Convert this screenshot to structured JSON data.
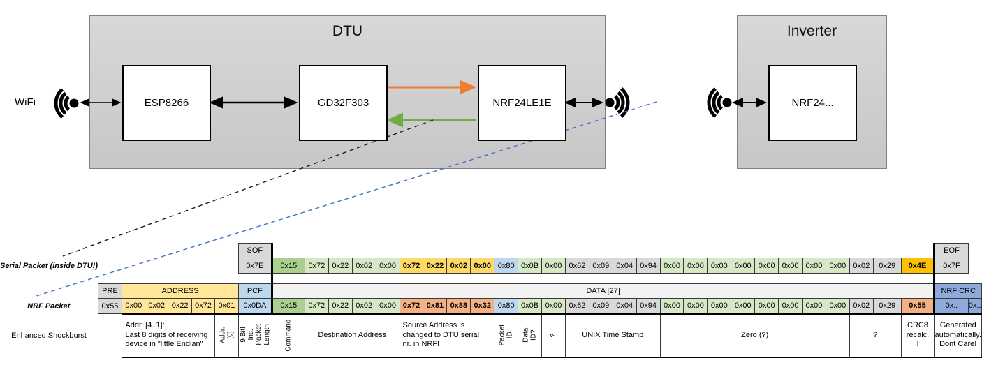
{
  "palette": {
    "accent_orange": "#ED7D31",
    "accent_green": "#70AD47",
    "dashed_blue": "#4472C4",
    "cell_gray": "#D9D9D9",
    "cell_green_dark": "#A9D08E",
    "cell_green": "#D7E8C6",
    "cell_gold": "#FFD966",
    "cell_amber": "#FFC000",
    "cell_yellow": "#FFE699",
    "cell_blue": "#BDD7EE",
    "cell_crc_blue": "#8EAADB",
    "cell_salmon": "#F4B183",
    "data_header_gray": "#F2F2F2"
  },
  "diagram": {
    "wifi_label": "WiFi",
    "dtu": {
      "title": "DTU",
      "chips": [
        "ESP8266",
        "GD32F303",
        "NRF24LE1E"
      ]
    },
    "inverter": {
      "title": "Inverter",
      "chips": [
        "NRF24..."
      ]
    }
  },
  "serial": {
    "row_label": "Serial Packet (inside DTU!)",
    "sof_label": "SOF",
    "sof_value": "0x7E",
    "eof_label": "EOF",
    "eof_value": "0x7F",
    "bytes": [
      {
        "v": "0x15",
        "c": "green-dark"
      },
      {
        "v": "0x72",
        "c": "green"
      },
      {
        "v": "0x22",
        "c": "green"
      },
      {
        "v": "0x02",
        "c": "green"
      },
      {
        "v": "0x00",
        "c": "green"
      },
      {
        "v": "0x72",
        "c": "gold",
        "b": true
      },
      {
        "v": "0x22",
        "c": "gold",
        "b": true
      },
      {
        "v": "0x02",
        "c": "gold",
        "b": true
      },
      {
        "v": "0x00",
        "c": "gold",
        "b": true
      },
      {
        "v": "0x80",
        "c": "blue"
      },
      {
        "v": "0x0B",
        "c": "green"
      },
      {
        "v": "0x00",
        "c": "green"
      },
      {
        "v": "0x62",
        "c": "gray"
      },
      {
        "v": "0x09",
        "c": "gray"
      },
      {
        "v": "0x04",
        "c": "gray"
      },
      {
        "v": "0x94",
        "c": "gray"
      },
      {
        "v": "0x00",
        "c": "green"
      },
      {
        "v": "0x00",
        "c": "green"
      },
      {
        "v": "0x00",
        "c": "green"
      },
      {
        "v": "0x00",
        "c": "green"
      },
      {
        "v": "0x00",
        "c": "green"
      },
      {
        "v": "0x00",
        "c": "green"
      },
      {
        "v": "0x00",
        "c": "green"
      },
      {
        "v": "0x00",
        "c": "green"
      },
      {
        "v": "0x02",
        "c": "gray"
      },
      {
        "v": "0x29",
        "c": "gray"
      },
      {
        "v": "0x4E",
        "c": "amber",
        "b": true
      }
    ]
  },
  "nrf": {
    "row_label": "NRF Packet",
    "sub_label": "Enhanced Shockburst",
    "headers": {
      "pre": "PRE",
      "address": "ADDRESS",
      "pcf": "PCF",
      "data": "DATA [27]",
      "crc": "NRF CRC"
    },
    "cells": [
      {
        "v": "0x55",
        "c": "gray"
      },
      {
        "v": "0x00",
        "c": "yellow"
      },
      {
        "v": "0x02",
        "c": "yellow"
      },
      {
        "v": "0x22",
        "c": "yellow"
      },
      {
        "v": "0x72",
        "c": "yellow"
      },
      {
        "v": "0x01",
        "c": "yellow"
      },
      {
        "v": "0x0DA",
        "c": "blue"
      },
      {
        "v": "0x15",
        "c": "green-dark"
      },
      {
        "v": "0x72",
        "c": "green"
      },
      {
        "v": "0x22",
        "c": "green"
      },
      {
        "v": "0x02",
        "c": "green"
      },
      {
        "v": "0x00",
        "c": "green"
      },
      {
        "v": "0x72",
        "c": "salmon",
        "b": true
      },
      {
        "v": "0x81",
        "c": "salmon",
        "b": true
      },
      {
        "v": "0x88",
        "c": "salmon",
        "b": true
      },
      {
        "v": "0x32",
        "c": "salmon",
        "b": true
      },
      {
        "v": "0x80",
        "c": "blue"
      },
      {
        "v": "0x0B",
        "c": "green"
      },
      {
        "v": "0x00",
        "c": "green"
      },
      {
        "v": "0x62",
        "c": "gray"
      },
      {
        "v": "0x09",
        "c": "gray"
      },
      {
        "v": "0x04",
        "c": "gray"
      },
      {
        "v": "0x94",
        "c": "gray"
      },
      {
        "v": "0x00",
        "c": "green"
      },
      {
        "v": "0x00",
        "c": "green"
      },
      {
        "v": "0x00",
        "c": "green"
      },
      {
        "v": "0x00",
        "c": "green"
      },
      {
        "v": "0x00",
        "c": "green"
      },
      {
        "v": "0x00",
        "c": "green"
      },
      {
        "v": "0x00",
        "c": "green"
      },
      {
        "v": "0x00",
        "c": "green"
      },
      {
        "v": "0x02",
        "c": "gray"
      },
      {
        "v": "0x29",
        "c": "gray"
      },
      {
        "v": "0x55",
        "c": "salmon",
        "b": true
      },
      {
        "v": "0x..",
        "c": "crcblue"
      },
      {
        "v": "0x..",
        "c": "crcblue"
      }
    ]
  },
  "annotations": [
    {
      "text": "Addr. [4..1]:\nLast 8 digits of receiving\ndevice in \"little Endian\"",
      "span": 4,
      "align": "left"
    },
    {
      "text": "Addr.[0]",
      "span": 1,
      "vertical": true
    },
    {
      "text": "9 Bit!\nInc. Packet\nLength",
      "span": 1,
      "vertical": true
    },
    {
      "text": "Command",
      "span": 1,
      "vertical": true
    },
    {
      "text": "Destination Address",
      "span": 4
    },
    {
      "text": "Source Address is\nchanged to DTU serial\nnr. in NRF!",
      "span": 4,
      "bg": "salmon",
      "align": "left"
    },
    {
      "text": "Packet ID",
      "span": 1,
      "vertical": true
    },
    {
      "text": "Data ID?",
      "span": 1,
      "vertical": true
    },
    {
      "text": "?",
      "span": 1,
      "vertical": true
    },
    {
      "text": "UNIX Time Stamp",
      "span": 4
    },
    {
      "text": "Zero (?)",
      "span": 8
    },
    {
      "text": "?",
      "span": 2
    },
    {
      "text": "CRC8\nrecalc.\n!",
      "span": 1,
      "bg": "salmon"
    },
    {
      "text": "Generated\nautomatically.\nDont Care!",
      "span": 2
    }
  ]
}
